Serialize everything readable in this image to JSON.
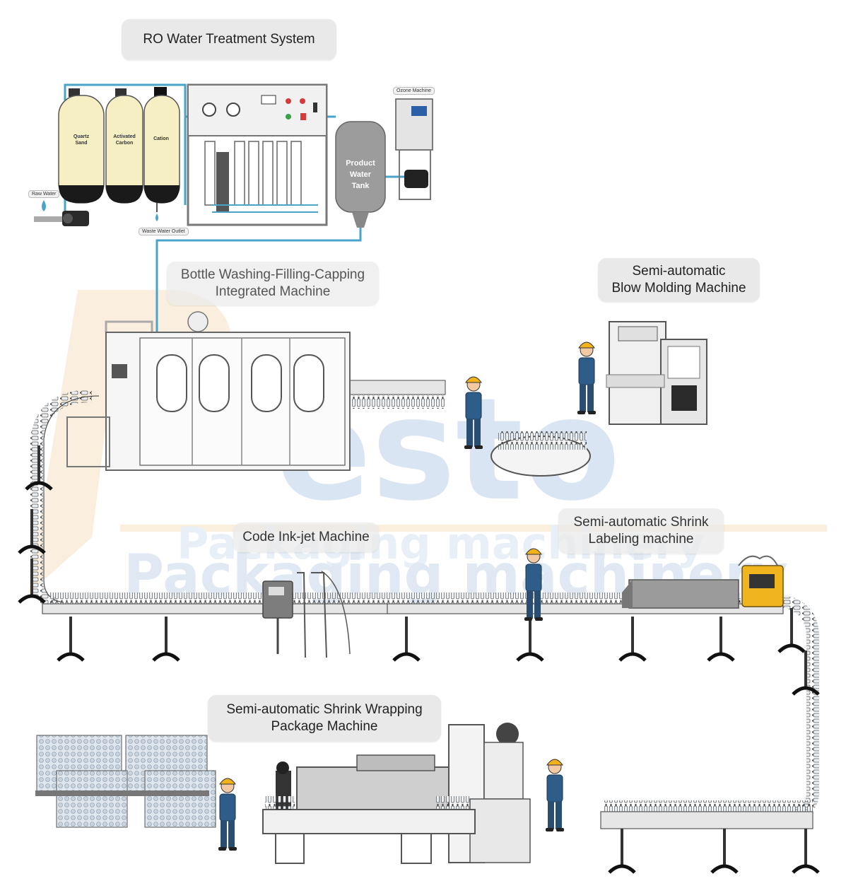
{
  "labels": {
    "ro_system": "RO Water Treatment System",
    "washing_line1": "Bottle Washing-Filling-Capping",
    "washing_line2": "Integrated Machine",
    "blow_line1": "Semi-automatic",
    "blow_line2": "Blow Molding Machine",
    "inkjet": "Code Ink-jet Machine",
    "labeling_line1": "Semi-automatic Shrink",
    "labeling_line2": "Labeling machine",
    "wrapping_line1": "Semi-automatic Shrink Wrapping",
    "wrapping_line2": "Package Machine"
  },
  "tags": {
    "ozone": "Ozone Machine",
    "raw_water": "Raw Water",
    "waste_water": "Waste Water Outlet"
  },
  "tanks": {
    "quartz": [
      "Quartz",
      "Sand"
    ],
    "carbon": [
      "Activated",
      "Carbon"
    ],
    "cation": [
      "Cation"
    ],
    "product": [
      "Product",
      "Water",
      "Tank"
    ]
  },
  "watermark": {
    "logo": "esto",
    "line1": "Packaging machinery",
    "line2": "Packaging machinery"
  },
  "colors": {
    "tank_fill": "#f7efc4",
    "tank_base": "#1a1a1a",
    "pipe": "#4aa3c9",
    "worker_shirt": "#2f5d8a",
    "helmet": "#f2b21b",
    "watermark_blue": "#bcd0ea",
    "watermark_orange": "#f6e2c2",
    "inkjet_device": "#7d7d7d",
    "labeler_heater": "#f0b41f"
  }
}
